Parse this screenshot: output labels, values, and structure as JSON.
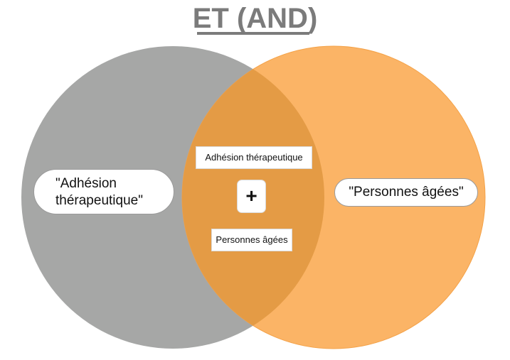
{
  "title": "ET (AND)",
  "colors": {
    "left_circle": "#a6a7a6",
    "right_circle": "#fbb466",
    "overlap": "#e49b45",
    "title": "#7b7b7b"
  },
  "left_set": {
    "label": "\"Adhésion\nthérapeutique\""
  },
  "right_set": {
    "label": "\"Personnes âgées\""
  },
  "intersection": {
    "term1": "Adhésion thérapeutique",
    "operator": "+",
    "term2": "Personnes âgées"
  }
}
